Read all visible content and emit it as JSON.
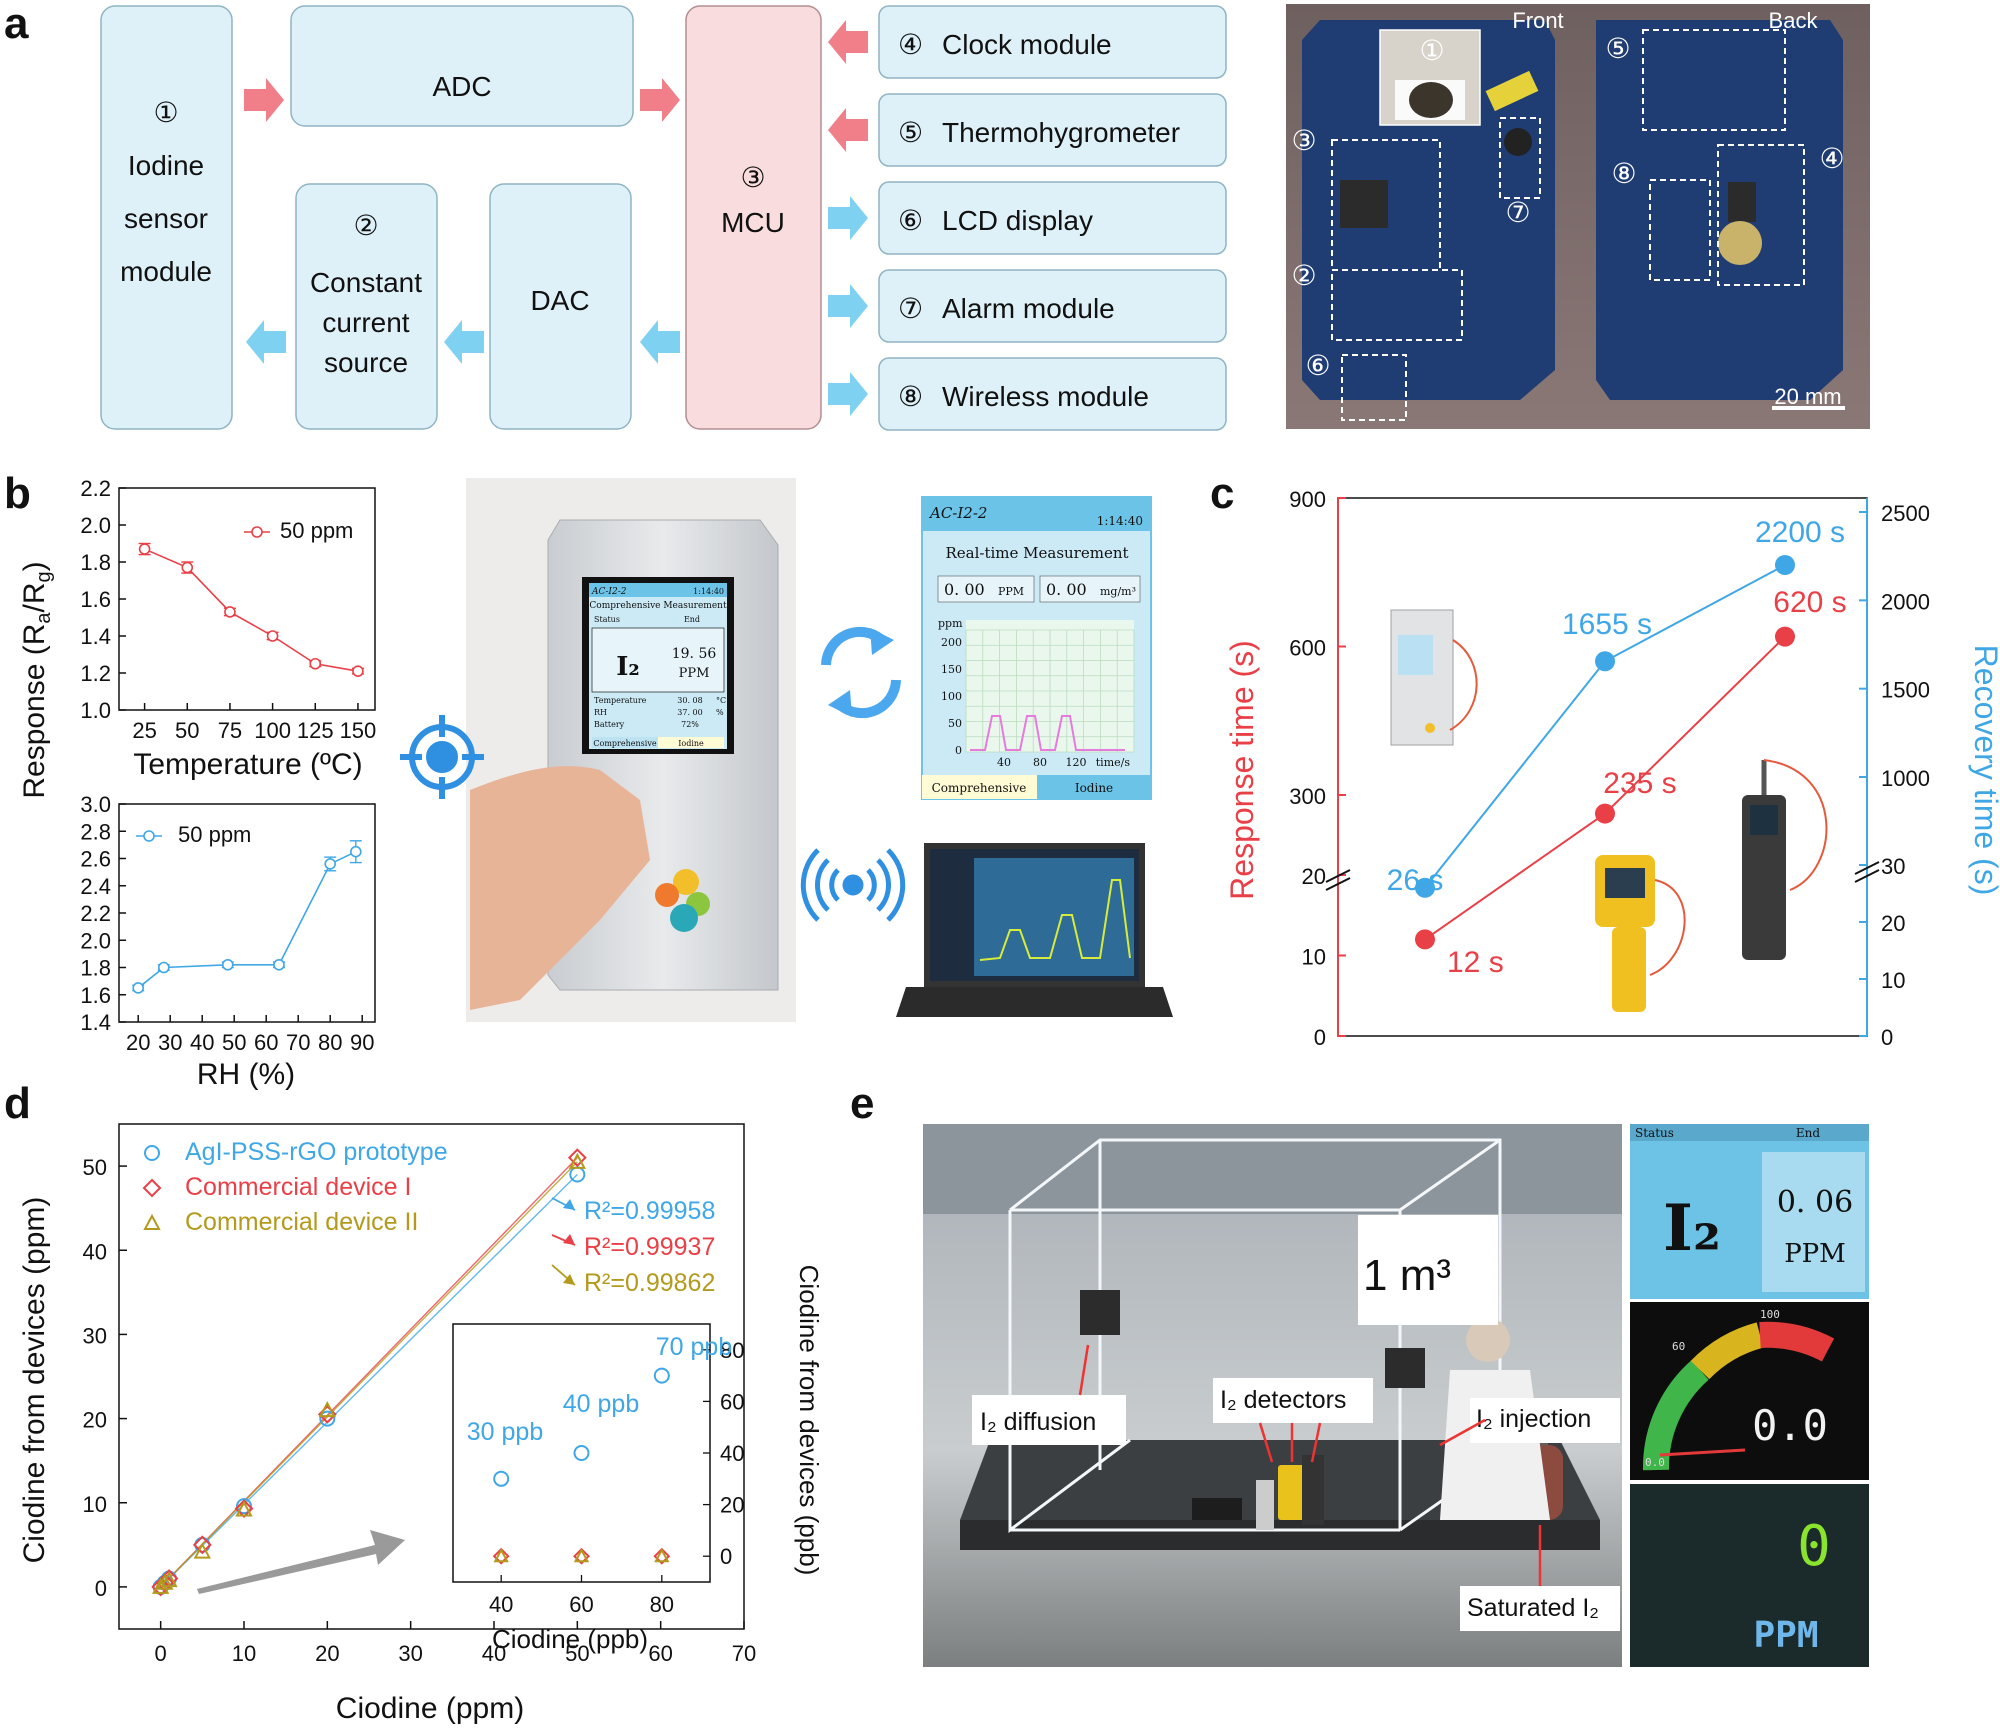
{
  "colors": {
    "block_blue_fill": "#dff1f8",
    "block_blue_stroke": "#8fb4c4",
    "block_pink_fill": "#f8dcde",
    "block_pink_stroke": "#b38e92",
    "arrow_red": "#f07f8a",
    "arrow_blue": "#7fd1f2",
    "series_red": "#e94048",
    "series_blue": "#3fa7e6",
    "series_gold": "#b49a1c",
    "pcb": "#1f3c73"
  },
  "panel_labels": {
    "a": "a",
    "b": "b",
    "c": "c",
    "d": "d",
    "e": "e"
  },
  "panel_a": {
    "sensor": {
      "num": "①",
      "l1": "Iodine",
      "l2": "sensor",
      "l3": "module"
    },
    "adc": "ADC",
    "current": {
      "num": "②",
      "l1": "Constant",
      "l2": "current",
      "l3": "source"
    },
    "dac": "DAC",
    "mcu": {
      "num": "③",
      "l1": "MCU"
    },
    "modules": [
      {
        "num": "④",
        "label": "Clock module"
      },
      {
        "num": "⑤",
        "label": "Thermohygrometer"
      },
      {
        "num": "⑥",
        "label": "LCD display"
      },
      {
        "num": "⑦",
        "label": "Alarm module"
      },
      {
        "num": "⑧",
        "label": "Wireless module"
      }
    ],
    "pcb": {
      "front": "Front",
      "back": "Back",
      "scale": "20 mm",
      "front_marks": [
        "①",
        "③",
        "⑦",
        "②",
        "⑥"
      ],
      "back_marks": [
        "⑤",
        "⑧",
        "④"
      ]
    }
  },
  "panel_b": {
    "screen_small": {
      "header": "AC-I2-2",
      "time": "1:14:40",
      "title": "Comprehensive Measurement",
      "status_label": "Status",
      "status_value": "End",
      "species": "I₂",
      "value": "19. 56",
      "unit": "PPM",
      "rows": [
        {
          "k": "Temperature",
          "v": "30. 08",
          "u": "°C"
        },
        {
          "k": "RH",
          "v": "37. 00",
          "u": "%"
        },
        {
          "k": "Battery",
          "v": "72%",
          "u": ""
        }
      ],
      "tab1": "Comprehensive",
      "tab2": "Iodine"
    },
    "screen_big": {
      "header": "AC-I2-2",
      "time": "1:14:40",
      "title": "Real-time Measurement",
      "v1": "0. 00",
      "u1": "PPM",
      "v2": "0. 00",
      "u2": "mg/m³",
      "y_title": "ppm",
      "x_title": "time/s",
      "yticks": [
        "200",
        "150",
        "100",
        "50",
        "0"
      ],
      "xticks": [
        "40",
        "80",
        "120"
      ],
      "tab1": "Comprehensive",
      "tab2": "Iodine"
    }
  },
  "panel_e": {
    "volume": "1 m³",
    "labels": {
      "diffusion": "I₂ diffusion",
      "detectors": "I₂ detectors",
      "injection": "I₂ injection",
      "saturated": "Saturated I₂"
    },
    "screen1": {
      "status": "Status",
      "end": "End",
      "species": "I₂",
      "value": "0. 06",
      "unit": "PPM"
    },
    "screen2": {
      "value": "0.0",
      "t0": "0.0",
      "t60": "60",
      "t100": "100"
    },
    "screen3": {
      "value": "0",
      "unit": "PPM"
    }
  },
  "chart_data": [
    {
      "id": "b_top",
      "type": "line",
      "xlabel": "Temperature (ºC)",
      "ylabel": "Response (Ra/Rg)",
      "x": [
        25,
        50,
        75,
        100,
        125,
        150
      ],
      "xticks": [
        "25",
        "50",
        "75",
        "100",
        "125",
        "150"
      ],
      "series": [
        {
          "name": "50 ppm",
          "values": [
            1.87,
            1.77,
            1.53,
            1.4,
            1.25,
            1.21
          ],
          "errors": [
            0.03,
            0.03,
            0.02,
            0.02,
            0.015,
            0.015
          ]
        }
      ],
      "xlim": [
        10,
        160
      ],
      "ylim": [
        1.0,
        2.2
      ],
      "yticks": [
        "1.0",
        "1.2",
        "1.4",
        "1.6",
        "1.8",
        "2.0",
        "2.2"
      ]
    },
    {
      "id": "b_bottom",
      "type": "line",
      "xlabel": "RH (%)",
      "x": [
        20,
        28,
        48,
        64,
        80,
        88
      ],
      "xticks": [
        "20",
        "30",
        "40",
        "50",
        "60",
        "70",
        "80",
        "90"
      ],
      "series": [
        {
          "name": "50 ppm",
          "values": [
            1.65,
            1.8,
            1.82,
            1.82,
            2.56,
            2.65
          ],
          "errors": [
            0.02,
            0.02,
            0.02,
            0.02,
            0.05,
            0.08
          ]
        }
      ],
      "xlim": [
        14,
        94
      ],
      "ylim": [
        1.4,
        3.0
      ],
      "yticks": [
        "1.4",
        "1.6",
        "1.8",
        "2.0",
        "2.2",
        "2.4",
        "2.6",
        "2.8",
        "3.0"
      ]
    },
    {
      "id": "c",
      "type": "line",
      "ylabel_left": "Response time (s)",
      "ylabel_right": "Recovery time (s)",
      "x": [
        1,
        2,
        3
      ],
      "series": [
        {
          "axis": "left",
          "values": [
            12,
            235,
            620
          ],
          "labels": [
            "12 s",
            "235 s",
            "620 s"
          ]
        },
        {
          "axis": "right",
          "values": [
            26,
            1655,
            2200
          ],
          "labels": [
            "26 s",
            "1655 s",
            "2200 s"
          ]
        }
      ],
      "left_ticks": [
        "0",
        "10",
        "20",
        "300",
        "600",
        "900"
      ],
      "right_ticks": [
        "0",
        "10",
        "20",
        "30",
        "1000",
        "1500",
        "2000",
        "2500"
      ]
    },
    {
      "id": "d",
      "type": "scatter",
      "xlabel": "Ciodine (ppm)",
      "ylabel": "Ciodine from devices (ppm)",
      "xlim": [
        -5,
        70
      ],
      "ylim": [
        -5,
        55
      ],
      "xticks": [
        "0",
        "10",
        "20",
        "30",
        "40",
        "50",
        "60",
        "70"
      ],
      "yticks": [
        "0",
        "10",
        "20",
        "30",
        "40",
        "50"
      ],
      "x": [
        0,
        0.5,
        1,
        5,
        10,
        20,
        50
      ],
      "series": [
        {
          "name": "AgI-PSS-rGO prototype",
          "marker": "circle",
          "values": [
            0,
            0.5,
            1,
            5,
            9.6,
            20,
            49
          ],
          "r2": "R²=0.99958"
        },
        {
          "name": "Commercial device I",
          "marker": "diamond",
          "values": [
            0,
            0.5,
            1,
            5,
            9.3,
            20.5,
            51
          ],
          "r2": "R²=0.99937"
        },
        {
          "name": "Commercial device II",
          "marker": "triangle",
          "values": [
            0,
            0.5,
            0.8,
            4.2,
            9.2,
            21,
            50.5
          ],
          "r2": "R²=0.99862"
        }
      ],
      "inset": {
        "xlabel": "Ciodine (ppb)",
        "ylabel": "Ciodine from devices (ppb)",
        "x": [
          40,
          60,
          80
        ],
        "xticks": [
          "40",
          "60",
          "80"
        ],
        "yticks": [
          "0",
          "20",
          "40",
          "60",
          "80"
        ],
        "xlim": [
          28,
          92
        ],
        "ylim": [
          -10,
          90
        ],
        "prototype": [
          30,
          40,
          70
        ],
        "labels": [
          "30 ppb",
          "40 ppb",
          "70 ppb"
        ],
        "commercial": [
          0,
          0,
          0
        ]
      }
    }
  ]
}
